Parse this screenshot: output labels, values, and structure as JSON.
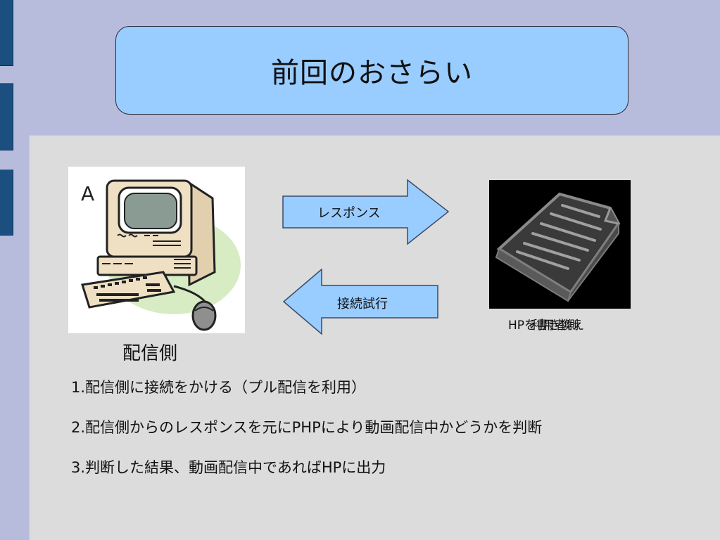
{
  "slide": {
    "title": "前回のおさらい"
  },
  "diagram": {
    "pc_letter": "A",
    "arrow_response": "レスポンス",
    "arrow_connect": "接続試行",
    "doc_caption_a": "HPを書き換え",
    "doc_caption_b": "利用者側",
    "sender_label": "配信側"
  },
  "steps": [
    "1.配信側に接続をかける（プル配信を利用）",
    "2.配信側からのレスポンスを元にPHPにより動画配信中かどうかを判断",
    "3.判断した結果、動画配信中であればHPに出力"
  ],
  "colors": {
    "background": "#b8bcdc",
    "title_box": "#99ccff",
    "panel": "#dcdcdc",
    "side_tab": "#1a4f80",
    "arrow_fill": "#99ccff"
  },
  "icons": {
    "pc": "computer-icon",
    "doc": "document-icon"
  }
}
